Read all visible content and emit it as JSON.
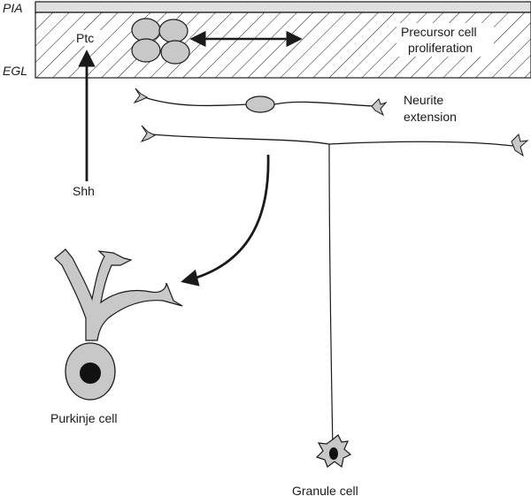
{
  "layers": {
    "pia": "PIA",
    "egl": "EGL"
  },
  "labels": {
    "ptc": "Ptc",
    "shh": "Shh",
    "precursor_line1": "Precursor cell",
    "precursor_line2": "proliferation",
    "neurite_line1": "Neurite",
    "neurite_line2": "extension",
    "purkinje": "Purkinje cell",
    "granule": "Granule cell"
  },
  "colors": {
    "cell_fill": "#c8c8c8",
    "stroke": "#1a1a1a",
    "pia_fill": "#e0e0e0",
    "nucleus": "#111111"
  }
}
